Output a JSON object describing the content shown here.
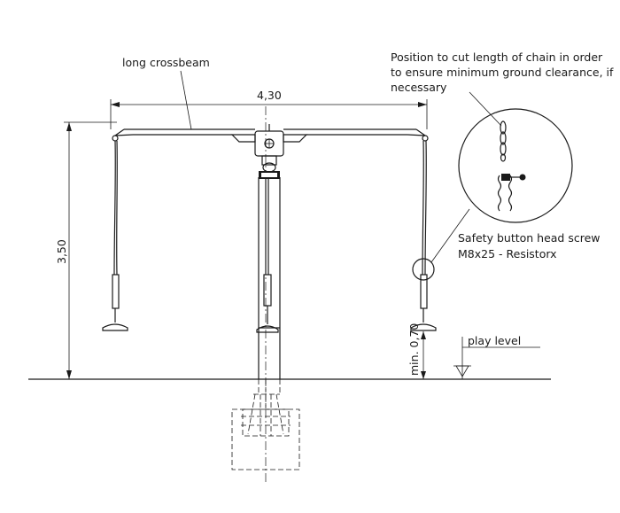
{
  "labels": {
    "long_crossbeam": "long crossbeam",
    "width_dim": "4,30",
    "height_dim": "3,50",
    "ground_clearance": "min. 0,70",
    "play_level": "play level",
    "chain_note_line1": "Position to cut length of chain in order",
    "chain_note_line2": "to ensure minimum ground clearance, if",
    "chain_note_line3": "necessary",
    "screw_note_line1": "Safety button head screw",
    "screw_note_line2": "M8x25 - Resistorx"
  }
}
